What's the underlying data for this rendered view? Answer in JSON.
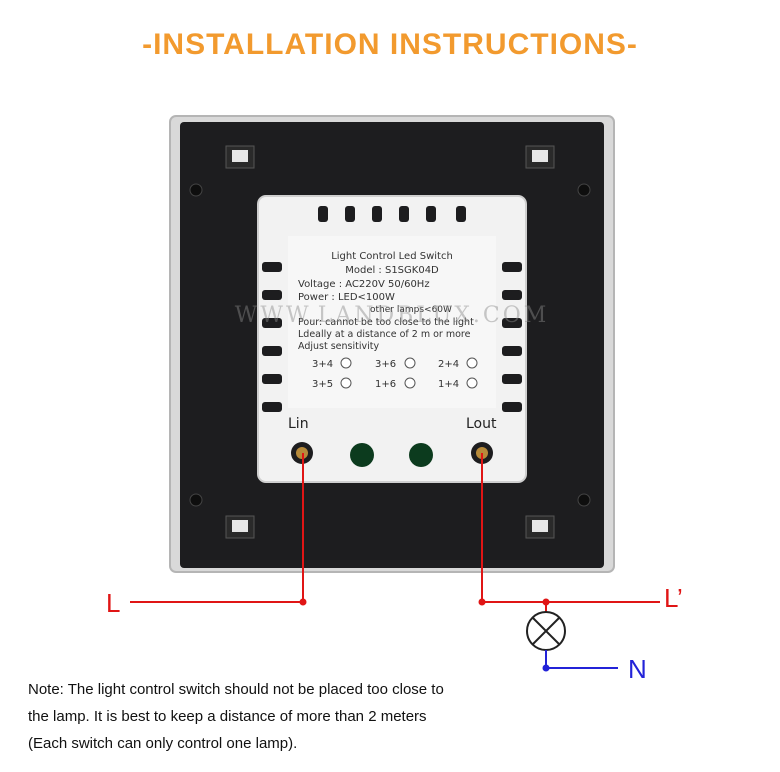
{
  "title": "-INSTALLATION INSTRUCTIONS-",
  "colors": {
    "title": "#f29a2e",
    "line_wire": "#e01515",
    "neutral_wire": "#2323d8",
    "label_L": "#e01515",
    "label_N": "#2323d8"
  },
  "labels": {
    "L": "L",
    "L_prime": "L’",
    "N": "N",
    "lin": "Lin",
    "lout": "Lout"
  },
  "module_label": {
    "line1": "Light Control Led Switch",
    "line2": "Model : S1SGK04D",
    "line3": "Voltage : AC220V 50/60Hz",
    "line4": "Power  : LED<100W",
    "line5": "other lamps<60W",
    "line6": "Pour: cannot be too close to the light",
    "line7": "Ldeally at a distance of 2 m or more",
    "line8": "Adjust sensitivity",
    "s1": "3+4",
    "s2": "3+6",
    "s3": "2+4",
    "s4": "3+5",
    "s5": "1+6",
    "s6": "1+4"
  },
  "watermark": "WWW.LANDBLUX.COM",
  "note": {
    "line1": "Note: The light control switch should not be placed too close to",
    "line2": "the lamp. It is best to keep a distance of more than 2 meters",
    "line3": "(Each switch can only control one lamp)."
  }
}
